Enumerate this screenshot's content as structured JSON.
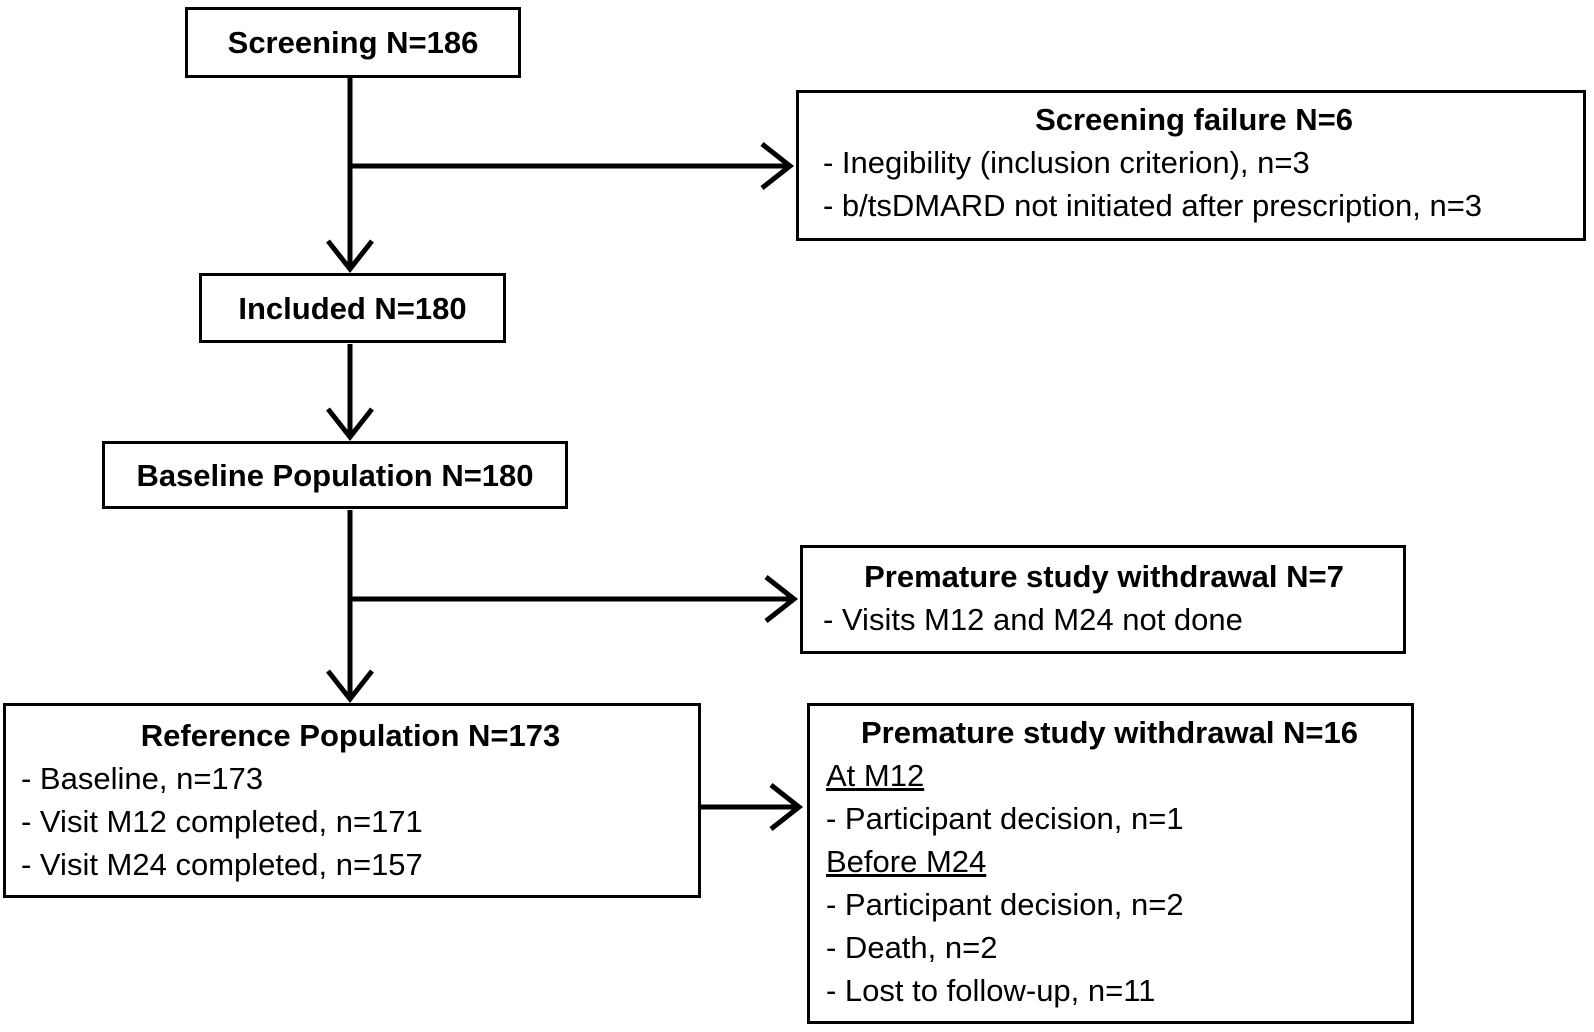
{
  "diagram": {
    "colors": {
      "background": "#ffffff",
      "line": "#000000",
      "text": "#000000"
    },
    "boxes": {
      "screening": {
        "title": "Screening N=186"
      },
      "screening_failure": {
        "title": "Screening failure N=6",
        "items": [
          "- Inegibility (inclusion criterion), n=3",
          "- b/tsDMARD not initiated after prescription, n=3"
        ]
      },
      "included": {
        "title": "Included N=180"
      },
      "baseline": {
        "title": "Baseline Population N=180"
      },
      "withdrawal_m12": {
        "title": "Premature study withdrawal N=7",
        "items": [
          "- Visits M12 and M24 not done"
        ]
      },
      "reference": {
        "title": "Reference Population N=173",
        "items": [
          "- Baseline, n=173",
          "- Visit M12 completed, n=171",
          "- Visit M24 completed, n=157"
        ]
      },
      "withdrawal_final": {
        "title": "Premature study withdrawal N=16",
        "items": [
          "At M12",
          "- Participant decision, n=1",
          "Before M24",
          "- Participant decision, n=2",
          "- Death, n=2",
          "- Lost to follow-up, n=11"
        ]
      }
    }
  }
}
